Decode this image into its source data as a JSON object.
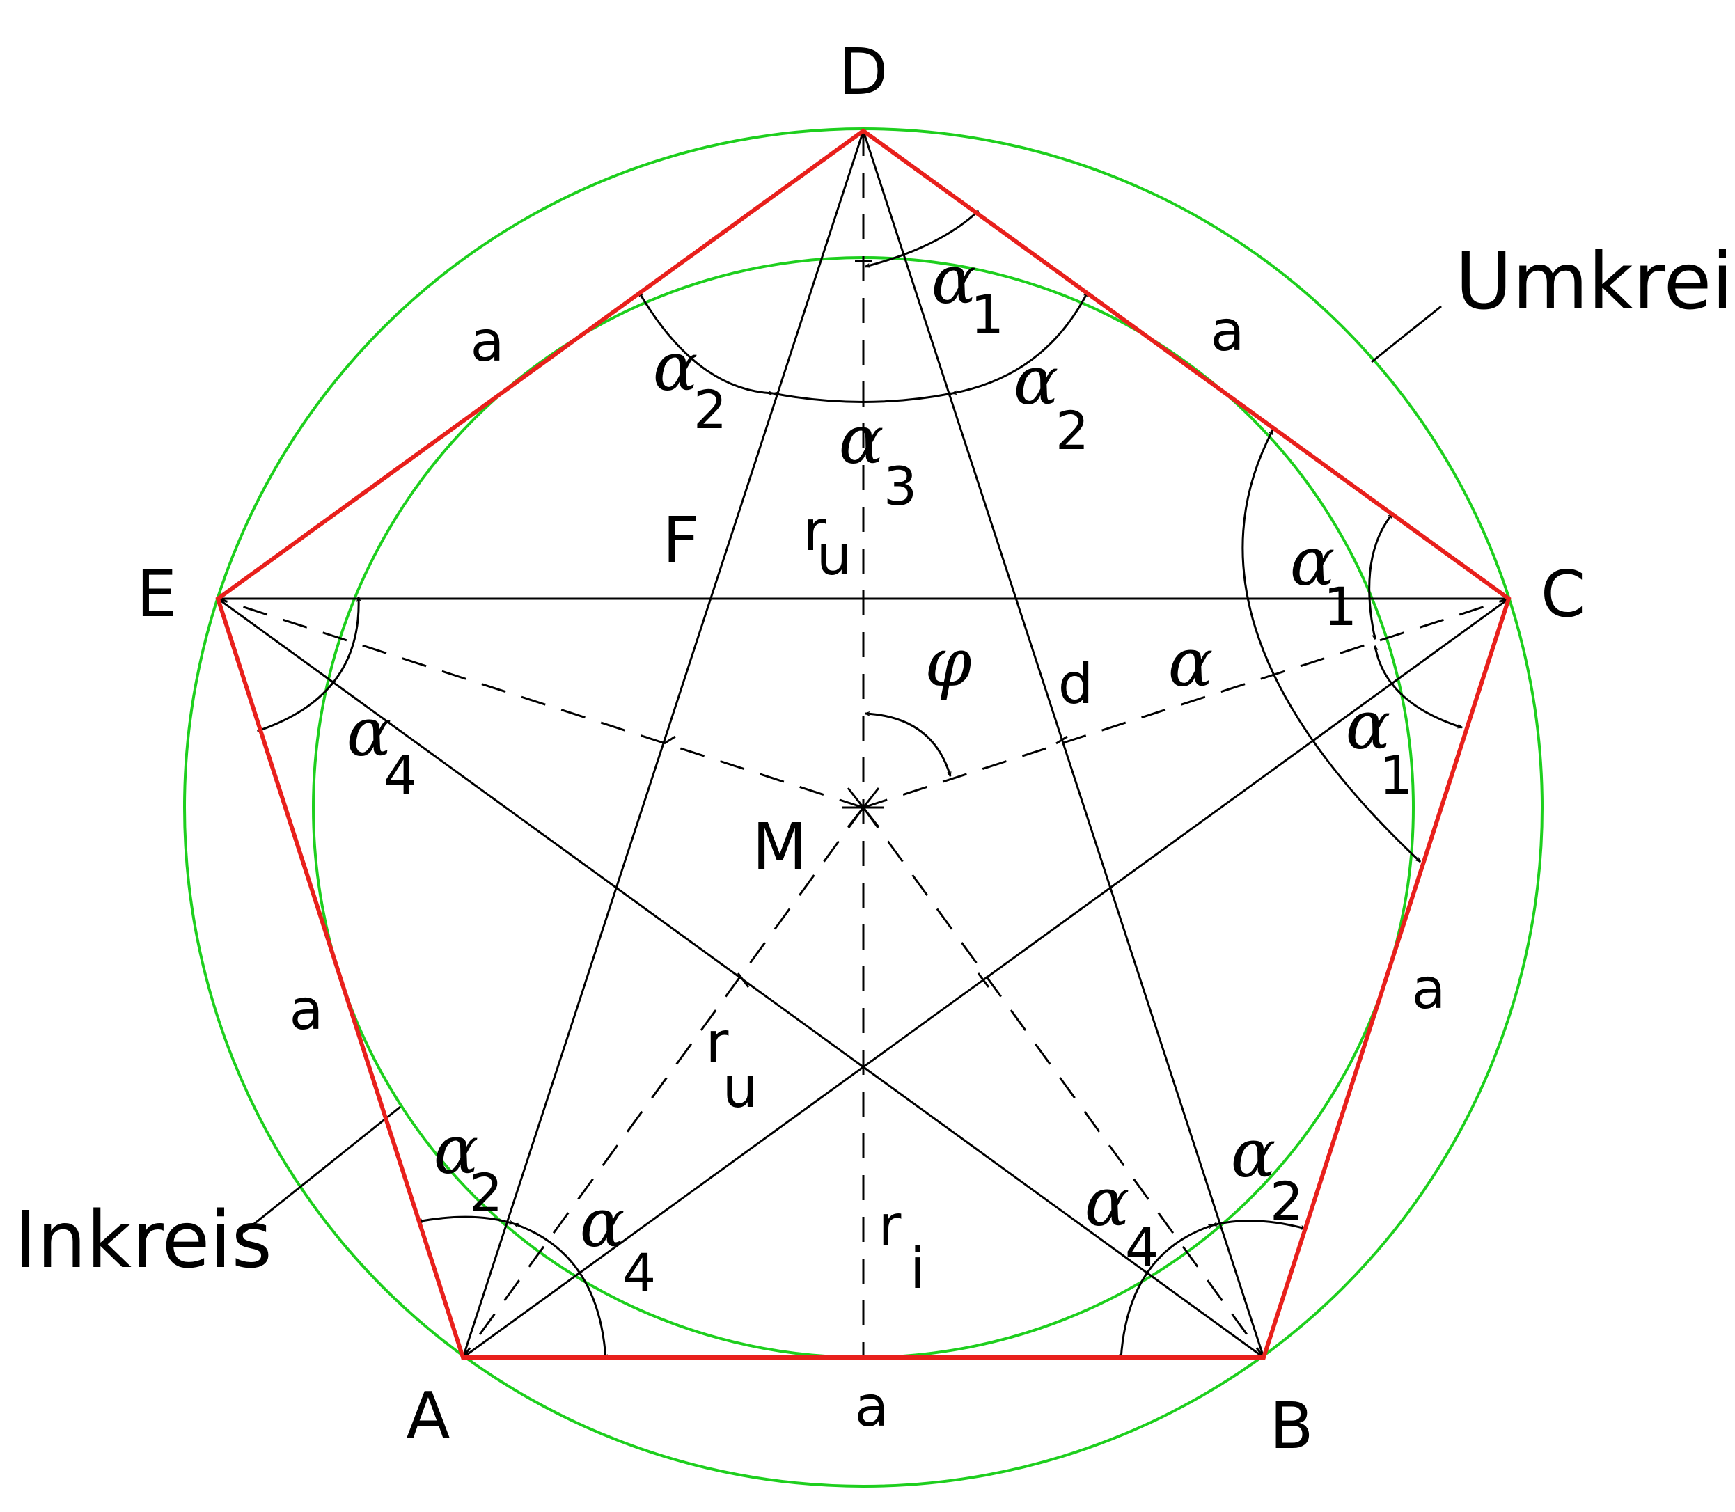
{
  "title": "",
  "colors": {
    "pentagon": "#e8201c",
    "circles": "#1ecf1e",
    "lines": "#000000",
    "background": "#ffffff"
  },
  "vertices": {
    "A": "A",
    "B": "B",
    "C": "C",
    "D": "D",
    "E": "E"
  },
  "points": {
    "F": "F",
    "M": "M"
  },
  "sides": {
    "top_left": "a",
    "top_right": "a",
    "left": "a",
    "right": "a",
    "bottom": "a"
  },
  "diagonal_label": "d",
  "radii": {
    "r": "r",
    "u": "u",
    "i": "i"
  },
  "angles": {
    "alpha": "α",
    "phi": "φ",
    "sub1": "1",
    "sub2": "2",
    "sub3": "3",
    "sub4": "4"
  },
  "circle_labels": {
    "circumcircle": "Umkreis",
    "incircle": "Inkreis"
  }
}
